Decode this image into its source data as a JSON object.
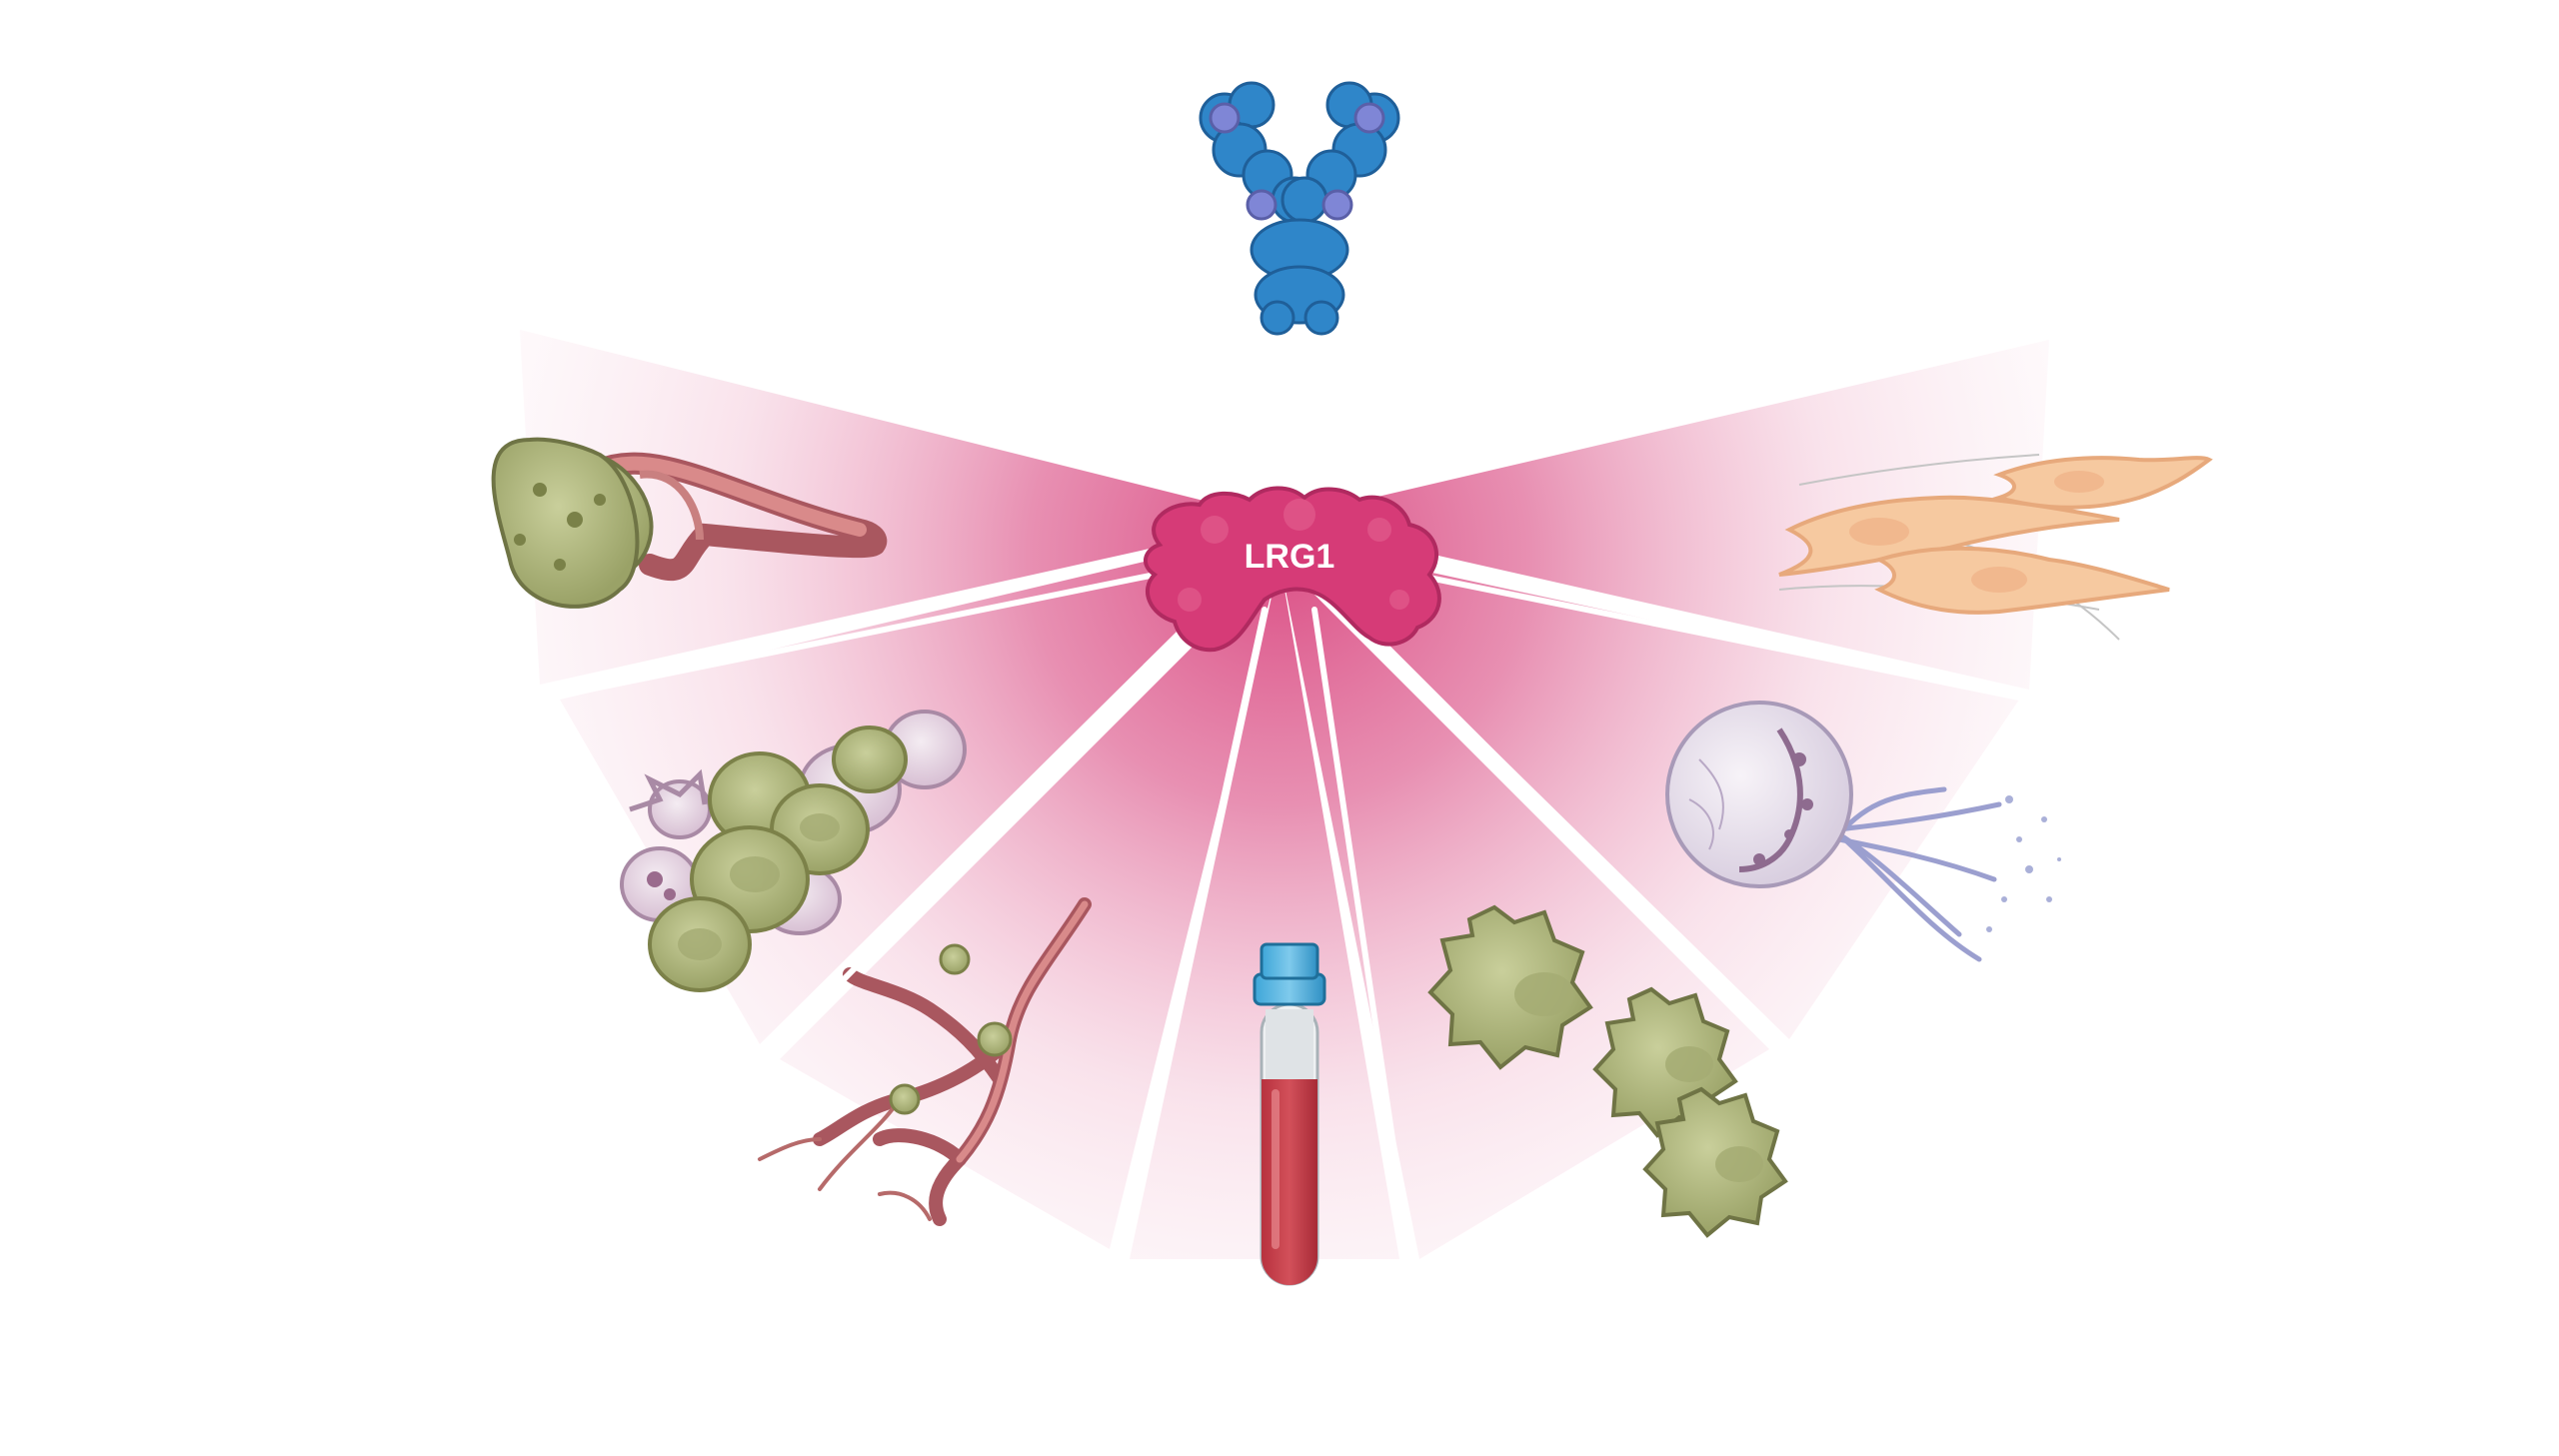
{
  "center_protein": {
    "label": "LRG1",
    "color": "#d63b77"
  },
  "antibody": {
    "icon": "antibody-icon",
    "color": "#2f86c9"
  },
  "rays": {
    "color": "#d9467f"
  },
  "illustrations": [
    {
      "name": "tumor-vessel-icon",
      "position": "left-upper"
    },
    {
      "name": "immune-cells-icon",
      "position": "left-middle"
    },
    {
      "name": "blood-vessel-branches-icon",
      "position": "bottom-left"
    },
    {
      "name": "blood-tube-icon",
      "position": "bottom-center"
    },
    {
      "name": "cancer-cells-icon",
      "position": "bottom-right"
    },
    {
      "name": "neutrophil-net-icon",
      "position": "right-middle"
    },
    {
      "name": "fibroblasts-icon",
      "position": "right-upper"
    }
  ]
}
